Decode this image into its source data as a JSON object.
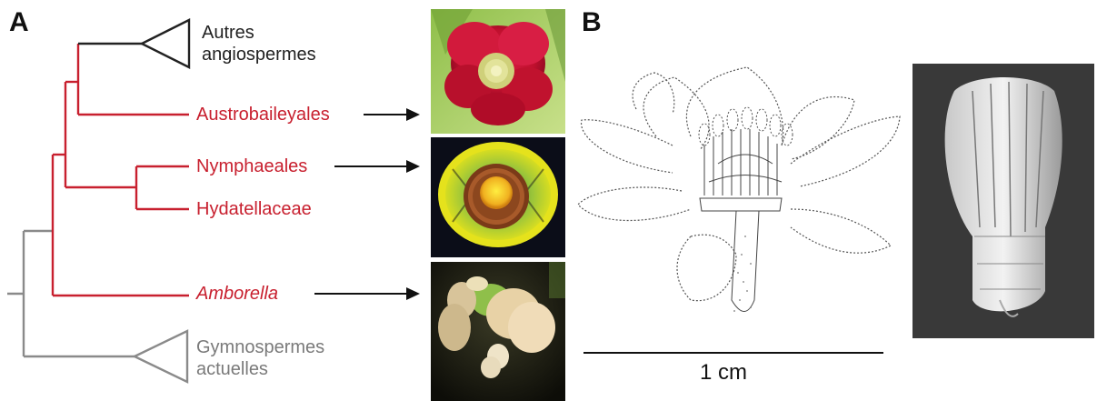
{
  "panels": {
    "a": "A",
    "b": "B"
  },
  "tree": {
    "other_angiosperms": [
      "Autres",
      "angiospermes"
    ],
    "austrobaileyales": "Austrobaileyales",
    "nymphaeales": "Nymphaeales",
    "hydatellaceae": "Hydatellaceae",
    "amborella": "Amborella",
    "gymnosperms": [
      "Gymnospermes",
      "actuelles"
    ]
  },
  "scale_bar": {
    "label": "1 cm"
  },
  "colors": {
    "angiosperm_lineage": "#c8202f",
    "outgroup": "#8a8a8a",
    "crown": "#222222"
  }
}
